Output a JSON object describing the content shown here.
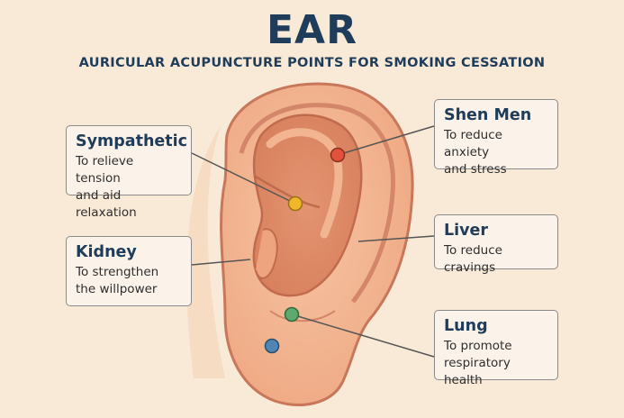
{
  "header": {
    "title": "EAR",
    "subtitle": "AURICULAR ACUPUNCTURE POINTS FOR SMOKING CESSATION"
  },
  "colors": {
    "background": "#f9ead8",
    "title": "#1f3d5a",
    "point_shen_men": "#e2513a",
    "point_sympathetic": "#f2b62b",
    "point_lung": "#5ea96d",
    "point_kidney": "#4f86b4"
  },
  "points": {
    "sympathetic": {
      "name": "Sympathetic",
      "desc_line1": "To relieve tension",
      "desc_line2": "and aid relaxation"
    },
    "kidney": {
      "name": "Kidney",
      "desc_line1": "To strengthen",
      "desc_line2": "the willpower"
    },
    "shen_men": {
      "name": "Shen Men",
      "desc_line1": "To reduce anxiety",
      "desc_line2": "and stress"
    },
    "liver": {
      "name": "Liver",
      "desc_line1": "To reduce cravings"
    },
    "lung": {
      "name": "Lung",
      "desc_line1": "To promote",
      "desc_line2": "respiratory health"
    }
  }
}
